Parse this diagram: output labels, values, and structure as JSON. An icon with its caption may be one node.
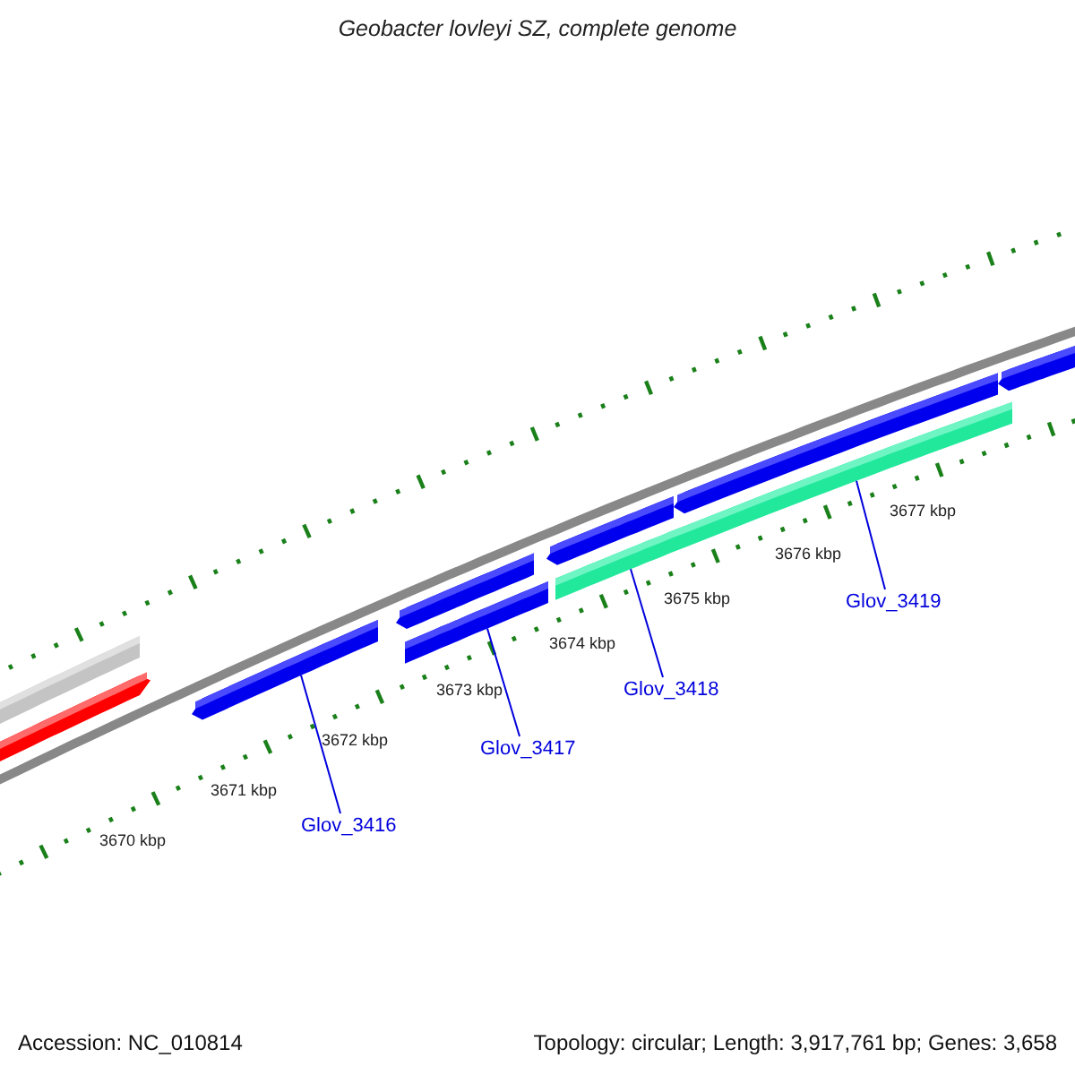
{
  "diagram": {
    "title": "Geobacter lovleyi SZ, complete genome",
    "nodes": [
      {
        "text": [
          "Glov_3416"
        ]
      },
      {
        "text": [
          "Glov_3417"
        ]
      },
      {
        "text": [
          "Glov_3418"
        ]
      },
      {
        "text": [
          "Glov_3419"
        ]
      },
      {
        "text": [],
        "shape": "bar"
      },
      {
        "text": [],
        "shape": "bar"
      },
      {
        "text": [],
        "shape": "bar"
      },
      {
        "text": [],
        "shape": "bar"
      },
      {
        "text": [],
        "shape": "bar"
      },
      {
        "text": [],
        "shape": "bar"
      },
      {
        "text": [],
        "shape": "bar"
      },
      {
        "text": [],
        "shape": "bar"
      },
      {
        "text": [],
        "shape": "bar"
      },
      {
        "text": [],
        "shape": "bar"
      }
    ],
    "edges": [
      {
        "from": 0,
        "to": 6,
        "arrow": "none"
      },
      {
        "from": 1,
        "to": 8,
        "arrow": "none"
      },
      {
        "from": 2,
        "to": 10,
        "arrow": "none"
      },
      {
        "from": 3,
        "to": 12,
        "arrow": "none"
      }
    ],
    "labels": [
      "3670 kbp",
      "3671 kbp",
      "3672 kbp",
      "3673 kbp",
      "3674 kbp",
      "3675 kbp",
      "3676 kbp",
      "3677 kbp",
      "Accession: NC_010814",
      "Topology: circular; Length: 3,917,761 bp; Genes: 3,658"
    ]
  }
}
